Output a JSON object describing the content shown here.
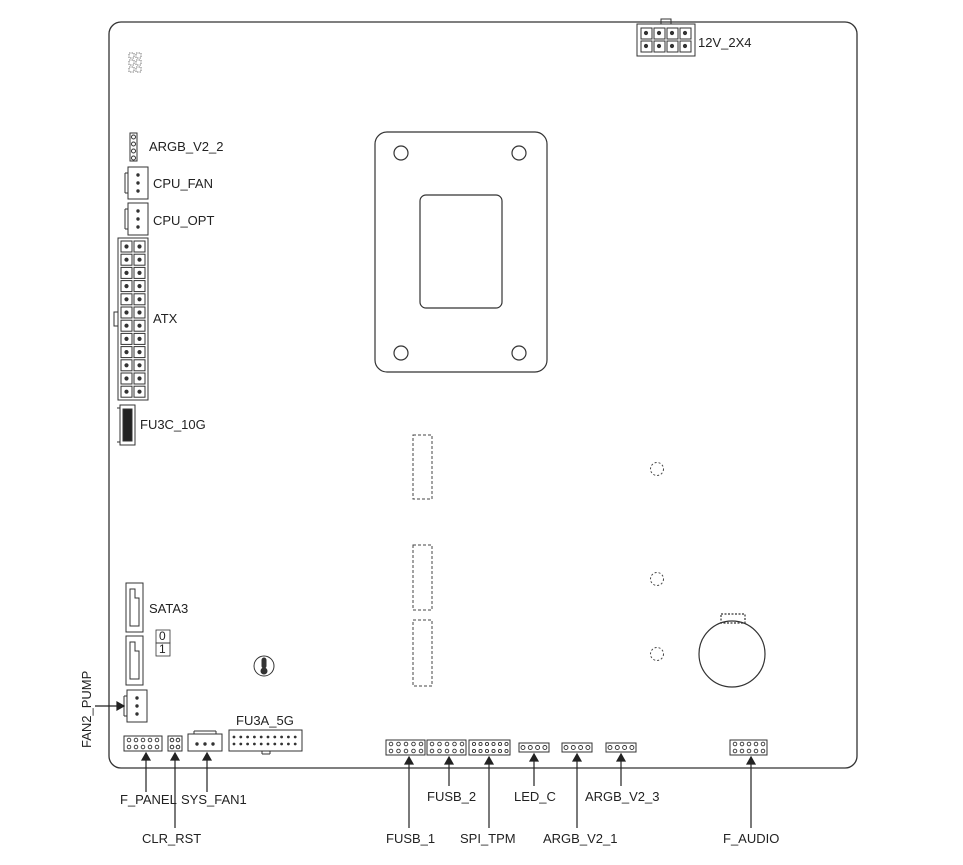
{
  "labels": {
    "v12_2x4": "12V_2X4",
    "argb_v2_2": "ARGB_V2_2",
    "cpu_fan": "CPU_FAN",
    "cpu_opt": "CPU_OPT",
    "atx": "ATX",
    "fu3c_10g": "FU3C_10G",
    "sata3": "SATA3",
    "sata_port_0": "0",
    "sata_port_1": "1",
    "fan2_pump": "FAN2_PUMP",
    "fu3a_5g": "FU3A_5G",
    "f_panel": "F_PANEL",
    "clr_rst": "CLR_RST",
    "sys_fan1": "SYS_FAN1",
    "fusb_1": "FUSB_1",
    "fusb_2": "FUSB_2",
    "spi_tpm": "SPI_TPM",
    "led_c": "LED_C",
    "argb_v2_1": "ARGB_V2_1",
    "argb_v2_3": "ARGB_V2_3",
    "f_audio": "F_AUDIO"
  }
}
